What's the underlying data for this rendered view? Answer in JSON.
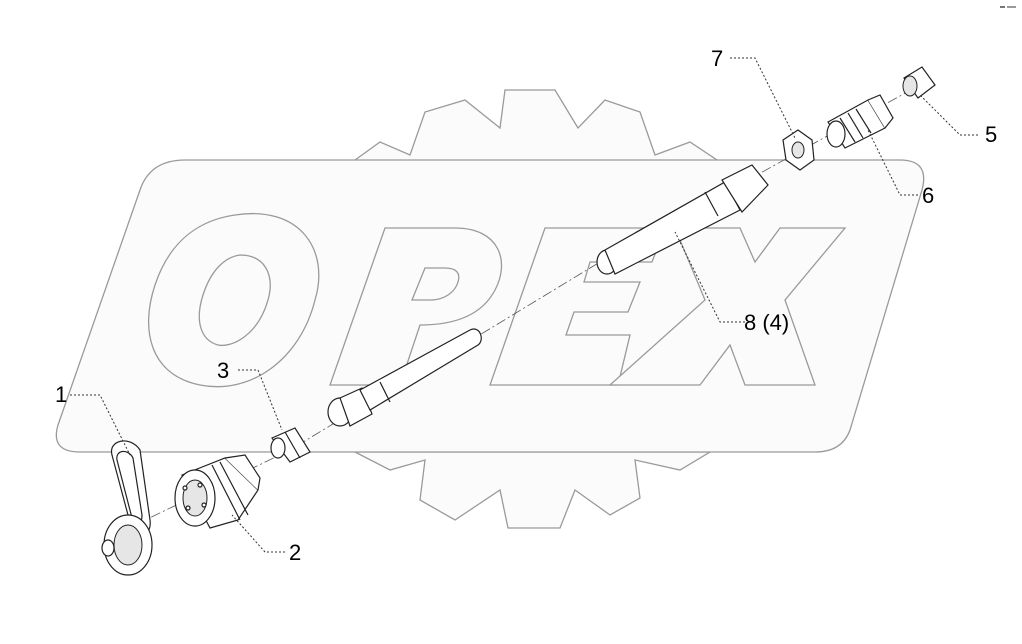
{
  "watermark": {
    "letters": [
      "O",
      "P",
      "E",
      "X"
    ]
  },
  "callouts": [
    {
      "id": "1",
      "text": "1"
    },
    {
      "id": "2",
      "text": "2"
    },
    {
      "id": "3",
      "text": "3"
    },
    {
      "id": "5",
      "text": "5"
    },
    {
      "id": "6",
      "text": "6"
    },
    {
      "id": "7",
      "text": "7"
    },
    {
      "id": "8",
      "text": "8 (4)"
    }
  ],
  "colors": {
    "line": "#222222",
    "watermark": "#9a9a9a"
  }
}
